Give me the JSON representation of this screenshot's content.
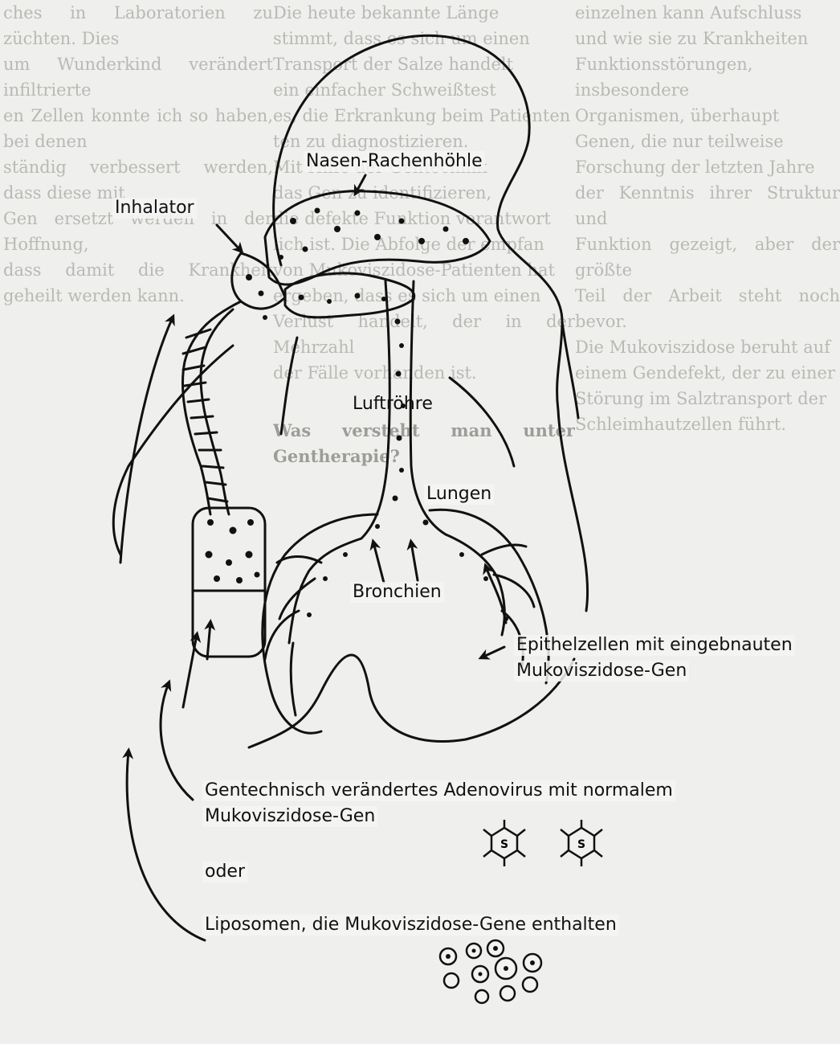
{
  "diagram": {
    "labels": {
      "nasopharynx": "Nasen-Rachenhöhle",
      "inhalator": "Inhalator",
      "trachea": "Luftröhre",
      "lungs": "Lungen",
      "bronchi": "Bronchien",
      "epithelial_line1": "Epithelzellen mit eingebnauten",
      "epithelial_line2": "Mukoviszidose-Gen",
      "adenovirus_line1": "Gentechnisch verändertes Adenovirus mit normalem",
      "adenovirus_line2": "Mukoviszidose-Gen",
      "or": "oder",
      "liposomes": "Liposomen, die Mukoviszidose-Gene enthalten"
    },
    "virus_glyph": "S"
  },
  "background_text": {
    "left": [
      "ches in Laboratorien zu züchten. Dies",
      "um Wunderkind verändert infiltrierte",
      "en Zellen konnte ich so haben, bei denen",
      "ständig verbessert werden, dass diese mit",
      "Gen ersetzt werden in der Hoffnung,",
      "dass damit die Krankheit geheilt werden kann."
    ],
    "middle": [
      "Die heute bekannte Länge",
      "stimmt, dass es sich um einen",
      "Transport der Salze handelt",
      "ein einfacher Schweißtest",
      "es, die Erkrankung beim Patienten",
      "ten zu diagnostizieren.",
      "Mit Hilfe der Gentechnik",
      "das Gen zu identifizieren,",
      "die defekte Funktion verantwort",
      "lich ist. Die Abfolge der empfan",
      "von Mukoviszidose-Patienten hat",
      "ergeben, dass es sich um einen",
      "Verlust handelt, der in der Mehrzahl",
      "der Fälle vorhanden ist."
    ],
    "right": [
      "einzelnen kann Aufschluss",
      "und wie sie zu Krankheiten",
      "Funktionsstörungen, insbesondere",
      "Organismen, überhaupt",
      "Genen, die nur teilweise",
      "Forschung der letzten Jahre",
      "der Kenntnis ihrer Struktur und",
      "Funktion gezeigt, aber der größte",
      "Teil der Arbeit steht noch bevor.",
      "Die Mukoviszidose beruht auf",
      "einem Gendefekt, der zu einer",
      "Störung im Salztransport der",
      "Schleimhautzellen führt."
    ],
    "headings": [
      "Was versteht man unter Gentherapie?"
    ]
  }
}
